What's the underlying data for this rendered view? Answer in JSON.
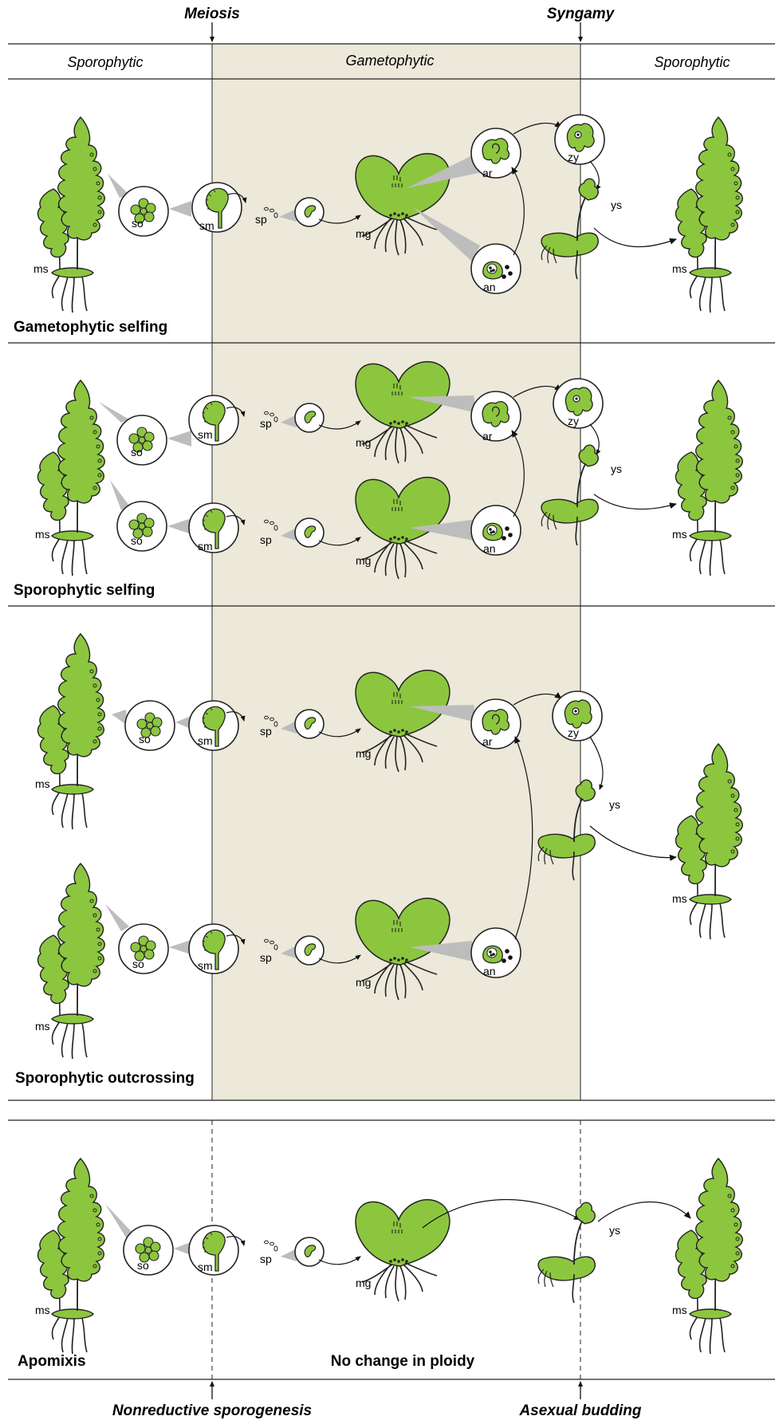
{
  "header": {
    "meiosis": "Meiosis",
    "syngamy": "Syngamy",
    "sporophytic_left": "Sporophytic",
    "gametophytic": "Gametophytic",
    "sporophytic_right": "Sporophytic"
  },
  "footer": {
    "nonreductive": "Nonreductive sporogenesis",
    "asexual": "Asexual budding"
  },
  "labels": {
    "so": "so",
    "sm": "sm",
    "sp": "sp",
    "mg": "mg",
    "ms": "ms",
    "ar": "ar",
    "an": "an",
    "zy": "zy",
    "ys": "ys"
  },
  "panels": [
    {
      "title": "Gametophytic selfing"
    },
    {
      "title": "Sporophytic selfing"
    },
    {
      "title": "Sporophytic outcrossing"
    },
    {
      "title": "Apomixis",
      "subtitle": "No change in ploidy"
    }
  ],
  "colors": {
    "plant_green": "#8cc63f",
    "gametophytic_band": "#ece8da",
    "callout_gray": "#bdbdbd",
    "outline": "#222222"
  }
}
